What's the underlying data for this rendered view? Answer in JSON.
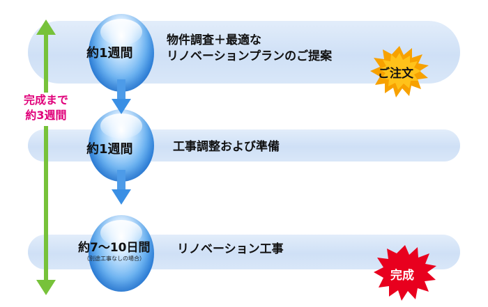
{
  "timeline": {
    "total_label_line1": "完成まで",
    "total_label_line2": "約3週間"
  },
  "steps": [
    {
      "duration": "約1週間",
      "task_line1": "物件調査＋最適な",
      "task_line2": "リノベーションプランのご提案",
      "badge": "ご注文"
    },
    {
      "duration": "約1週間",
      "task_line1": "工事調整および準備"
    },
    {
      "duration": "約7～10日間",
      "note": "（別途工事なしの場合）",
      "task_line1": "リノベーション工事",
      "badge": "完成"
    }
  ],
  "colors": {
    "band": "#d5e4f7",
    "sphere": "#3a8fe4",
    "timeline_arrow": "#77c23a",
    "badge_order": "#f7a100",
    "badge_complete": "#e8001e",
    "total_label_text": "#e0007a"
  }
}
